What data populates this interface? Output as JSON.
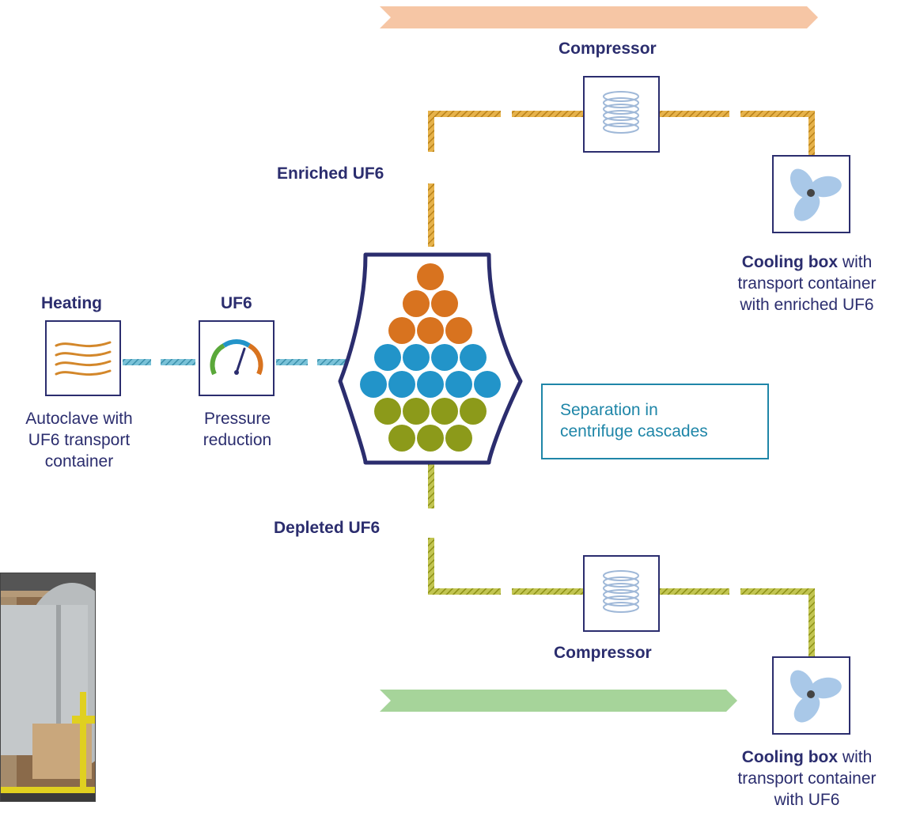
{
  "colors": {
    "navy": "#2b2d6e",
    "enriched_pipe": "#d9a21e",
    "depleted_pipe": "#a3a820",
    "feed_pipe": "#4aa3bf",
    "orange_ball": "#d8731f",
    "blue_ball": "#2294c9",
    "olive_ball": "#8c9a1a",
    "top_arrow": "#f6c6a5",
    "bottom_arrow": "#a6d49a",
    "fan_blue": "#a9c8e8",
    "separation_text": "#1f86a8"
  },
  "labels": {
    "heating": "Heating",
    "autoclave": [
      "Autoclave with",
      "UF6 transport",
      "container"
    ],
    "uf6": "UF6",
    "pressure": [
      "Pressure",
      "reduction"
    ],
    "enriched": "Enriched UF6",
    "depleted": "Depleted UF6",
    "compressor_top": "Compressor",
    "compressor_bottom": "Compressor",
    "separation": [
      "Separation in",
      "centrifuge cascades"
    ],
    "cooling_top": {
      "bold": "Cooling box",
      "rest": " with",
      "line2": "transport container",
      "line3": "with enriched UF6"
    },
    "cooling_bottom": {
      "bold": "Cooling box",
      "rest": " with",
      "line2": "transport container",
      "line3": "with UF6"
    }
  },
  "icons": {
    "heating": "heat-waves-icon",
    "gauge": "pressure-gauge-icon",
    "compressor": "coil-icon",
    "fan": "fan-icon",
    "cascade": "centrifuge-cascade-icon"
  }
}
